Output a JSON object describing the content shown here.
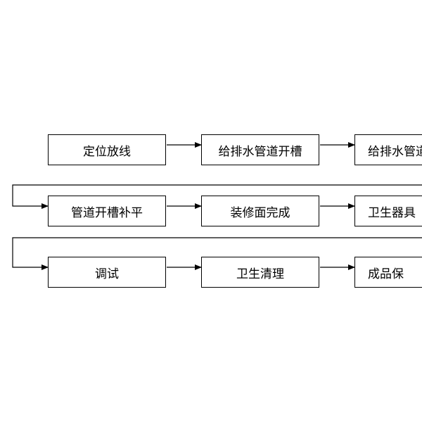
{
  "diagram": {
    "rows": [
      [
        "定位放线",
        "给排水管道开槽",
        "给排水管道"
      ],
      [
        "管道开槽补平",
        "装修面完成",
        "卫生器具"
      ],
      [
        "调试",
        "卫生清理",
        "成品保"
      ]
    ]
  },
  "colors": {
    "line": "#000000",
    "box_border": "#000000",
    "background": "#ffffff",
    "text": "#000000"
  }
}
